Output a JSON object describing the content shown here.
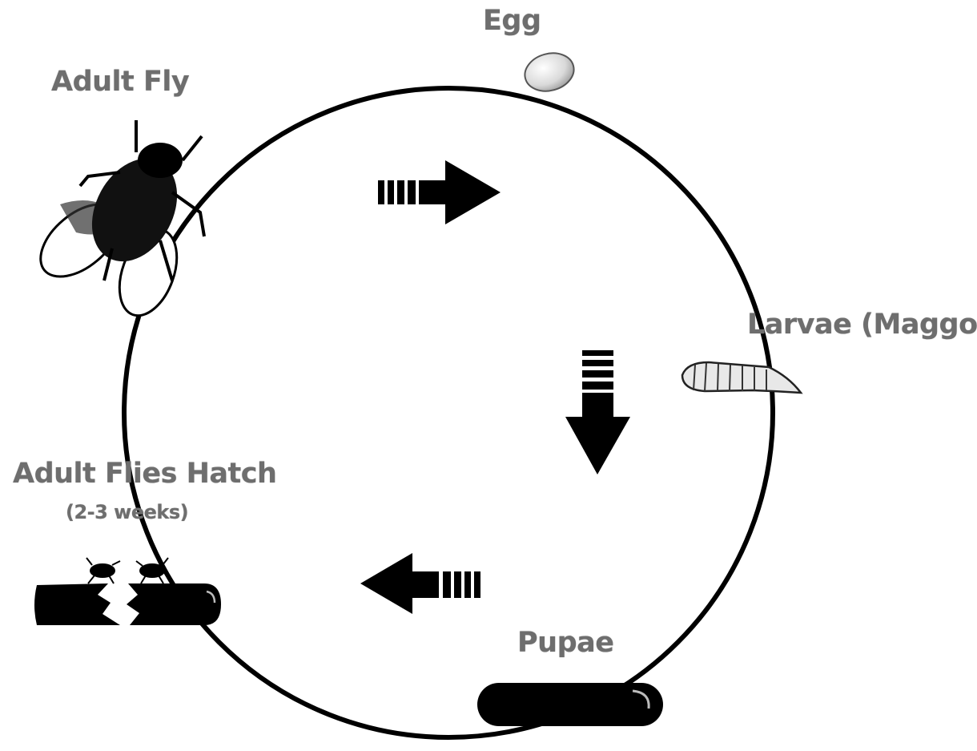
{
  "labels": {
    "egg": "Egg",
    "adult_fly": "Adult Fly",
    "larvae": "Larvae (Maggot)",
    "adult_flies_hatch": "Adult Flies Hatch",
    "duration": "(2-3 weeks)",
    "pupae": "Pupae"
  },
  "colors": {
    "stroke": "#000000",
    "label": "#6e6e6e",
    "background": "#ffffff"
  }
}
